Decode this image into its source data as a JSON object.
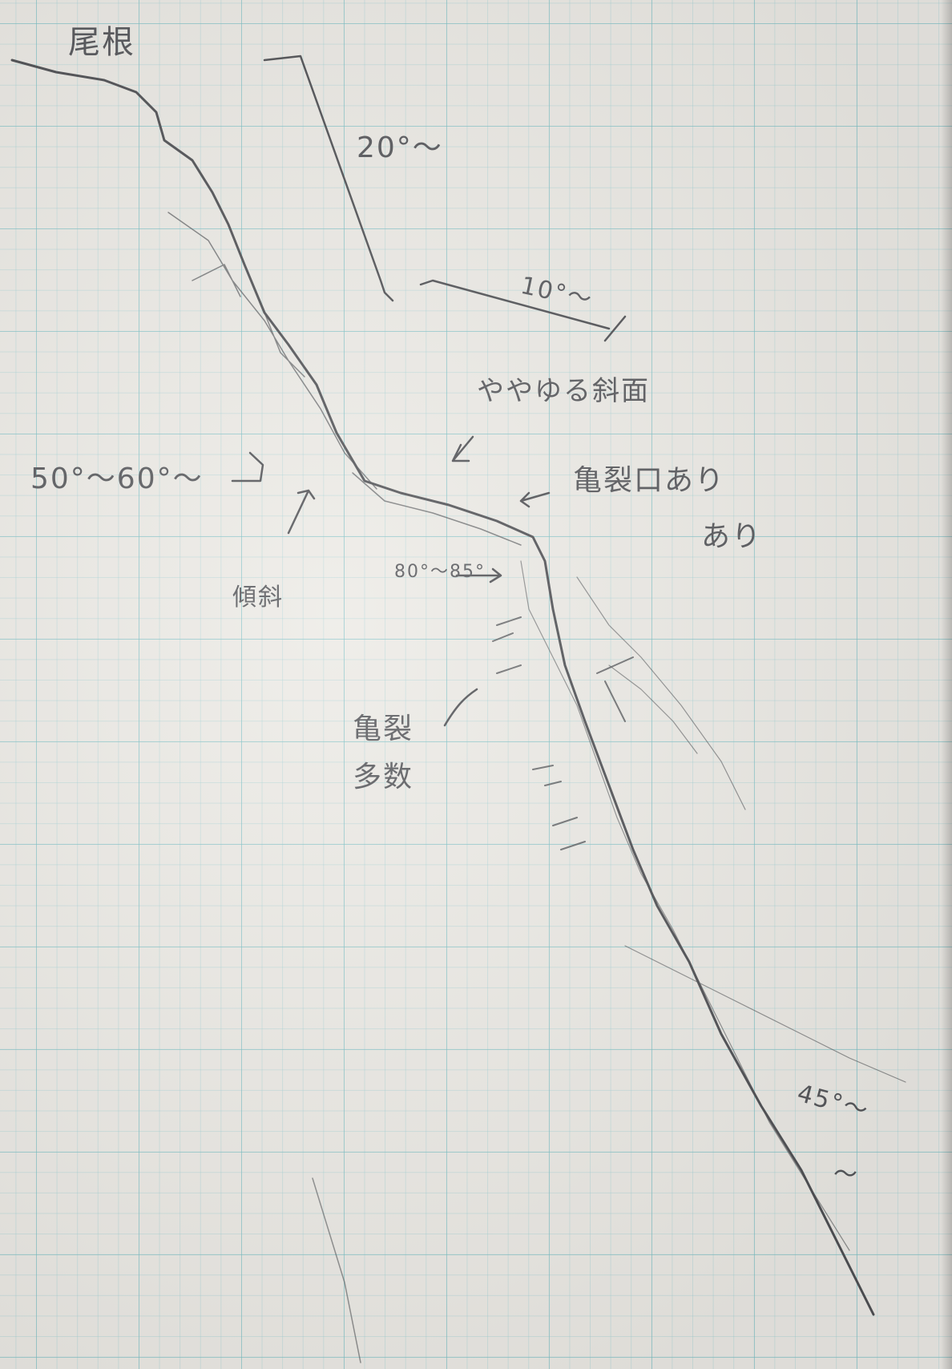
{
  "labels": {
    "ridge": "尾根",
    "slope_top": "20°〜",
    "slope_gentle": "10°〜",
    "slightly_steep": "ややゆる斜面",
    "angle_50_60": "50°〜60°〜",
    "angle_80_85": "80°〜85°",
    "crack_top": "亀裂口あり",
    "crack_top_line2": "あり",
    "slip": "傾斜",
    "cracks": "亀裂",
    "cracks_line2": "多数",
    "angle_bottom": "45°〜",
    "angle_bottom_line2": "〜"
  },
  "colors": {
    "pencil": "#4f5054",
    "grid": "#7fc3c8",
    "paper": "#eceae5"
  }
}
